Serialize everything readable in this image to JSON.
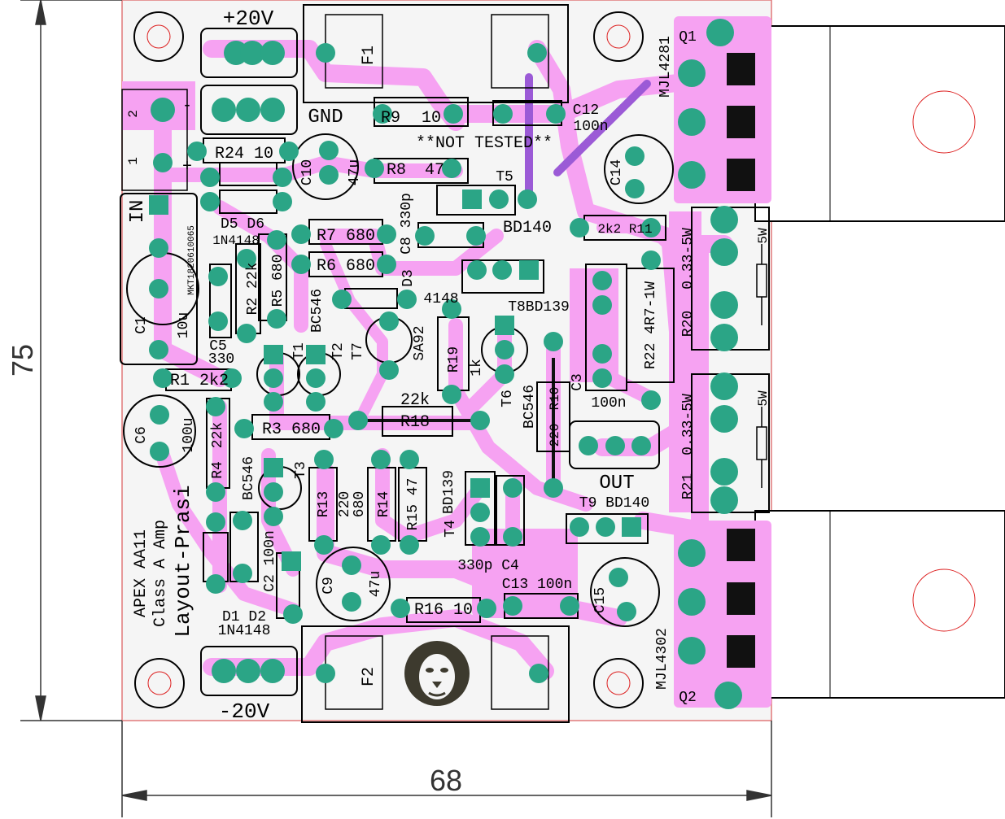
{
  "dimensions": {
    "width": "68",
    "height": "75"
  },
  "power": {
    "pos": "+20V",
    "neg": "-20V",
    "gnd": "GND",
    "out": "OUT",
    "in": "IN"
  },
  "notes": {
    "not_tested": "**NOT TESTED**",
    "title1": "APEX AA11",
    "title2": "Class A Amp",
    "title3": "Layout-Prasi",
    "mkt": "MKT1820610065"
  },
  "fuses": {
    "f1": "F1",
    "f2": "F2"
  },
  "transistors": {
    "q1": "Q1",
    "q1_part": "MJL4281",
    "q2": "Q2",
    "q2_part": "MJL4302",
    "t1": "T1",
    "t2": "T2",
    "t3": "T3",
    "t4": "T4",
    "t5": "T5",
    "t6": "T6",
    "t7": "T7",
    "t8": "T8BD139",
    "t9": "T9 BD140",
    "bd140": "BD140",
    "bd139": "BD139",
    "bc546_a": "BC546",
    "bc546_b": "BC546",
    "bc546_c": "BC546",
    "sa92": "SA92"
  },
  "resistors": {
    "r1": "R1 2k2",
    "r2": "R2 22k",
    "r3": "R3 680",
    "r4": "R4",
    "r4v": "22k",
    "r5": "R5 680",
    "r6": "R6 680",
    "r7": "R7 680",
    "r8": "R8",
    "r8v": "47",
    "r9": "R9",
    "r9v": "10",
    "r10": "R10",
    "r10v": "220",
    "r11": "2k2 R11",
    "r13": "R13",
    "r13v": "220",
    "r14": "R14",
    "r14v": "680",
    "r15": "R15 47",
    "r16": "R16 10",
    "r18": "R18",
    "r18v": "22k",
    "r19": "R19",
    "r19v": "1k",
    "r20": "R20",
    "r20v": "0.33-5W",
    "r21": "R21",
    "r21v": "0.33-5W",
    "r22": "R22 4R7-1W",
    "r24": "R24 10",
    "r5w_a": "5W",
    "r5w_b": "5W"
  },
  "capacitors": {
    "c1": "C1",
    "c1v": "10u",
    "c2": "C2 100n",
    "c3": "C3",
    "c3v": "100n",
    "c4": "330p C4",
    "c5": "C5",
    "c5v": "330",
    "c6": "C6",
    "c6v": "100u",
    "c8": "C8 330p",
    "c9": "C9",
    "c9v": "47u",
    "c10": "C10",
    "c10v": "47u",
    "c12": "C12",
    "c12v": "100n",
    "c13": "C13 100n",
    "c14": "C14",
    "c15": "C15"
  },
  "diodes": {
    "d1d2": "D1 D2",
    "d1d2v": "1N4148",
    "d3": "D3",
    "d3v": "4148",
    "d5d6": "D5 D6",
    "d5d6v": "1N4148"
  },
  "connector": {
    "pin2": "2",
    "pin1": "1",
    "minus": "-",
    "plus": "+"
  },
  "colors": {
    "board": "#f5f5f5",
    "copper": "#f6a2f2",
    "pad": "#2ba586",
    "silk": "#000000",
    "jumper": "#9b5ad6",
    "heatsink": "#ffffff",
    "outline": "#e0787a"
  }
}
